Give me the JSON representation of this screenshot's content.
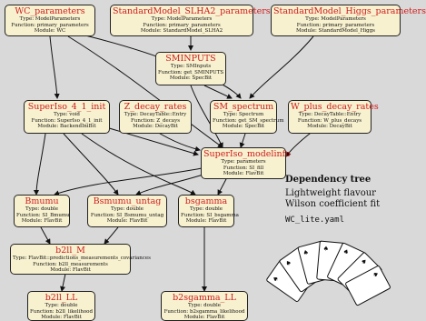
{
  "nodes": {
    "wc_parameters": {
      "name": "WC_parameters",
      "lines": [
        "Type: ModelParameters",
        "Function: primary_parameters",
        "Module: WC"
      ]
    },
    "sm_slha2": {
      "name": "StandardModel_SLHA2_parameters",
      "lines": [
        "Type: ModelParameters",
        "Function: primary_parameters",
        "Module: StandardModel_SLHA2"
      ]
    },
    "sm_higgs": {
      "name": "StandardModel_Higgs_parameters",
      "lines": [
        "Type: ModelParameters",
        "Function: primary_parameters",
        "Module: StandardModel_Higgs"
      ]
    },
    "sminputs": {
      "name": "SMINPUTS",
      "lines": [
        "Type: SMInputs",
        "Function: get_SMINPUTS",
        "Module: SpecBit"
      ]
    },
    "superiso_init": {
      "name": "SuperIso_4_1_init",
      "lines": [
        "Type: void",
        "Function: SuperIso_4_1_init",
        "Module: BackendIniBit"
      ]
    },
    "z_decay": {
      "name": "Z_decay_rates",
      "lines": [
        "Type: DecayTable::Entry",
        "Function: Z_decays",
        "Module: DecayBit"
      ]
    },
    "sm_spectrum": {
      "name": "SM_spectrum",
      "lines": [
        "Type: Spectrum",
        "Function: get_SM_spectrum",
        "Module: SpecBit"
      ]
    },
    "w_decay": {
      "name": "W_plus_decay_rates",
      "lines": [
        "Type: DecayTable::Entry",
        "Function: W_plus_decays",
        "Module: DecayBit"
      ]
    },
    "superiso_modelinfo": {
      "name": "SuperIso_modelinfo",
      "lines": [
        "Type: parameters",
        "Function: SI_fill",
        "Module: FlavBit"
      ]
    },
    "bmumu": {
      "name": "Bmumu",
      "lines": [
        "Type: double",
        "Function: SI_Bmumu",
        "Module: FlavBit"
      ]
    },
    "bsmumu_untag": {
      "name": "Bsmumu_untag",
      "lines": [
        "Type: double",
        "Function: SI_Bsmumu_untag",
        "Module: FlavBit"
      ]
    },
    "bsgamma": {
      "name": "bsgamma",
      "lines": [
        "Type: double",
        "Function: SI_bsgamma",
        "Module: FlavBit"
      ]
    },
    "b2ll_m": {
      "name": "b2ll_M",
      "lines": [
        "Type: FlavBit::predictions_measurements_covariances",
        "Function: b2ll_measurements",
        "Module: FlavBit"
      ]
    },
    "b2ll_ll": {
      "name": "b2ll_LL",
      "lines": [
        "Type: double",
        "Function: b2ll_likelihood",
        "Module: FlavBit"
      ]
    },
    "b2sgamma_ll": {
      "name": "b2sgamma_LL",
      "lines": [
        "Type: double",
        "Function: b2sgamma_likelihood",
        "Module: FlavBit"
      ]
    }
  },
  "info": {
    "title": "Dependency tree",
    "subtitle_1": "Lightweight flavour",
    "subtitle_2": "Wilson coefficient fit",
    "file": "WC_lite.yaml"
  },
  "colors": {
    "background": "#d9d9d9",
    "node_fill": "#f7f1cf",
    "node_name": "#d11b1b",
    "edge": "#111111"
  },
  "cards_image": "playing-cards-fan"
}
